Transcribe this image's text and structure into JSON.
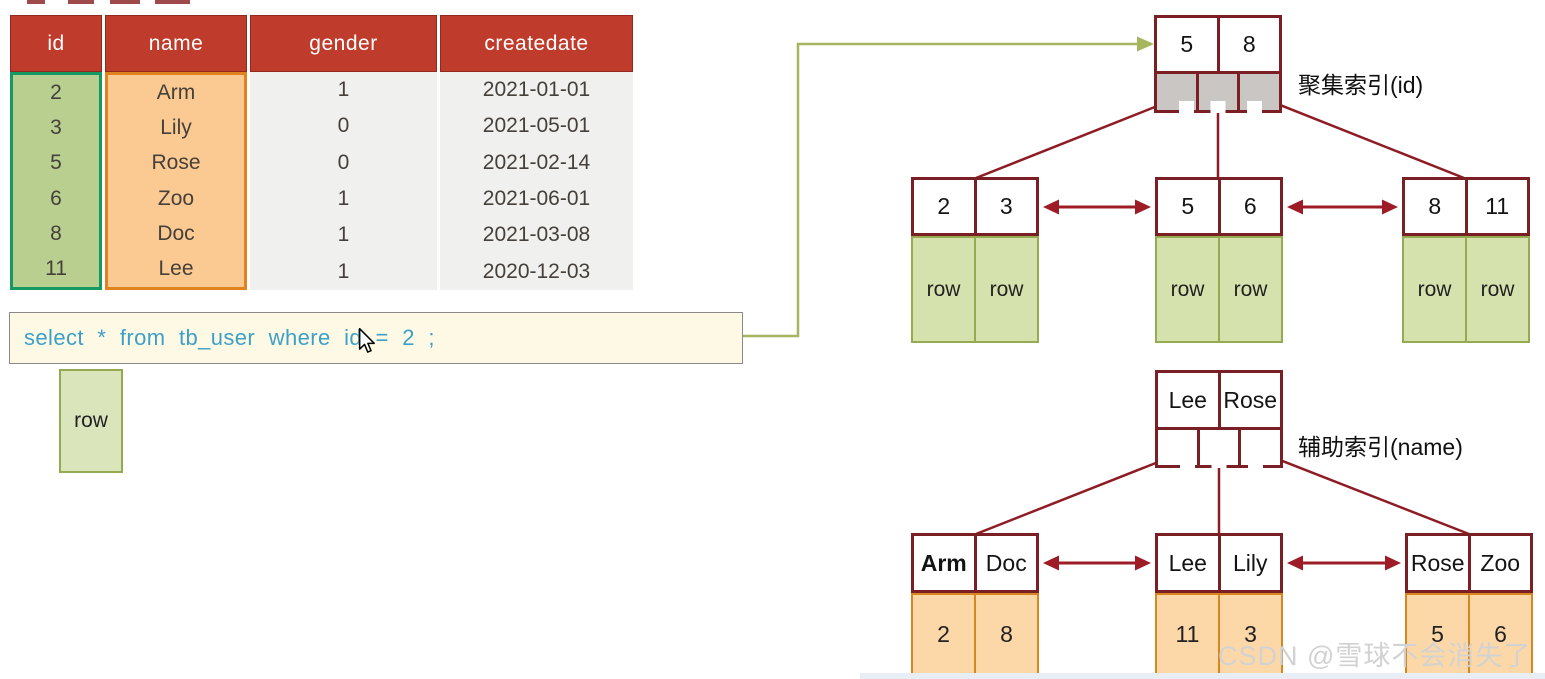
{
  "table": {
    "headers": [
      "id",
      "name",
      "gender",
      "createdate"
    ],
    "rows": [
      [
        "2",
        "Arm",
        "1",
        "2021-01-01"
      ],
      [
        "3",
        "Lily",
        "0",
        "2021-05-01"
      ],
      [
        "5",
        "Rose",
        "0",
        "2021-02-14"
      ],
      [
        "6",
        "Zoo",
        "1",
        "2021-06-01"
      ],
      [
        "8",
        "Doc",
        "1",
        "2021-03-08"
      ],
      [
        "11",
        "Lee",
        "1",
        "2020-12-03"
      ]
    ]
  },
  "sql_box": {
    "text": "select * from tb_user where id = 2 ;"
  },
  "result_row_box": {
    "label": "row"
  },
  "clustered_index": {
    "label": "聚集索引(id)",
    "root_keys": [
      "5",
      "8"
    ],
    "leaves": [
      {
        "keys": [
          "2",
          "3"
        ],
        "cells": [
          "row",
          "row"
        ]
      },
      {
        "keys": [
          "5",
          "6"
        ],
        "cells": [
          "row",
          "row"
        ]
      },
      {
        "keys": [
          "8",
          "11"
        ],
        "cells": [
          "row",
          "row"
        ]
      }
    ]
  },
  "secondary_index": {
    "label": "辅助索引(name)",
    "root_keys": [
      "Lee",
      "Rose"
    ],
    "leaves": [
      {
        "keys": [
          "Arm",
          "Doc"
        ],
        "cells": [
          "2",
          "8"
        ]
      },
      {
        "keys": [
          "Lee",
          "Lily"
        ],
        "cells": [
          "11",
          "3"
        ]
      },
      {
        "keys": [
          "Rose",
          "Zoo"
        ],
        "cells": [
          "5",
          "6"
        ]
      }
    ]
  },
  "watermark": {
    "text": "CSDN @雪球不会消失了"
  },
  "colors": {
    "header_red": "#bf3b2b",
    "id_column_fill": "#b9cf90",
    "id_column_border": "#149a62",
    "name_column_fill": "#fbca93",
    "name_column_border": "#e0821d",
    "tree_border_maroon": "#7a1f23",
    "tree_line_maroon": "#8e1c24",
    "leaf_green_fill": "#d5e2ae",
    "leaf_orange_fill": "#fcd8a8",
    "pointer_gray": "#c9c6c3",
    "sql_text_blue": "#3da0c8",
    "query_arrow_olive": "#a5b65e"
  }
}
